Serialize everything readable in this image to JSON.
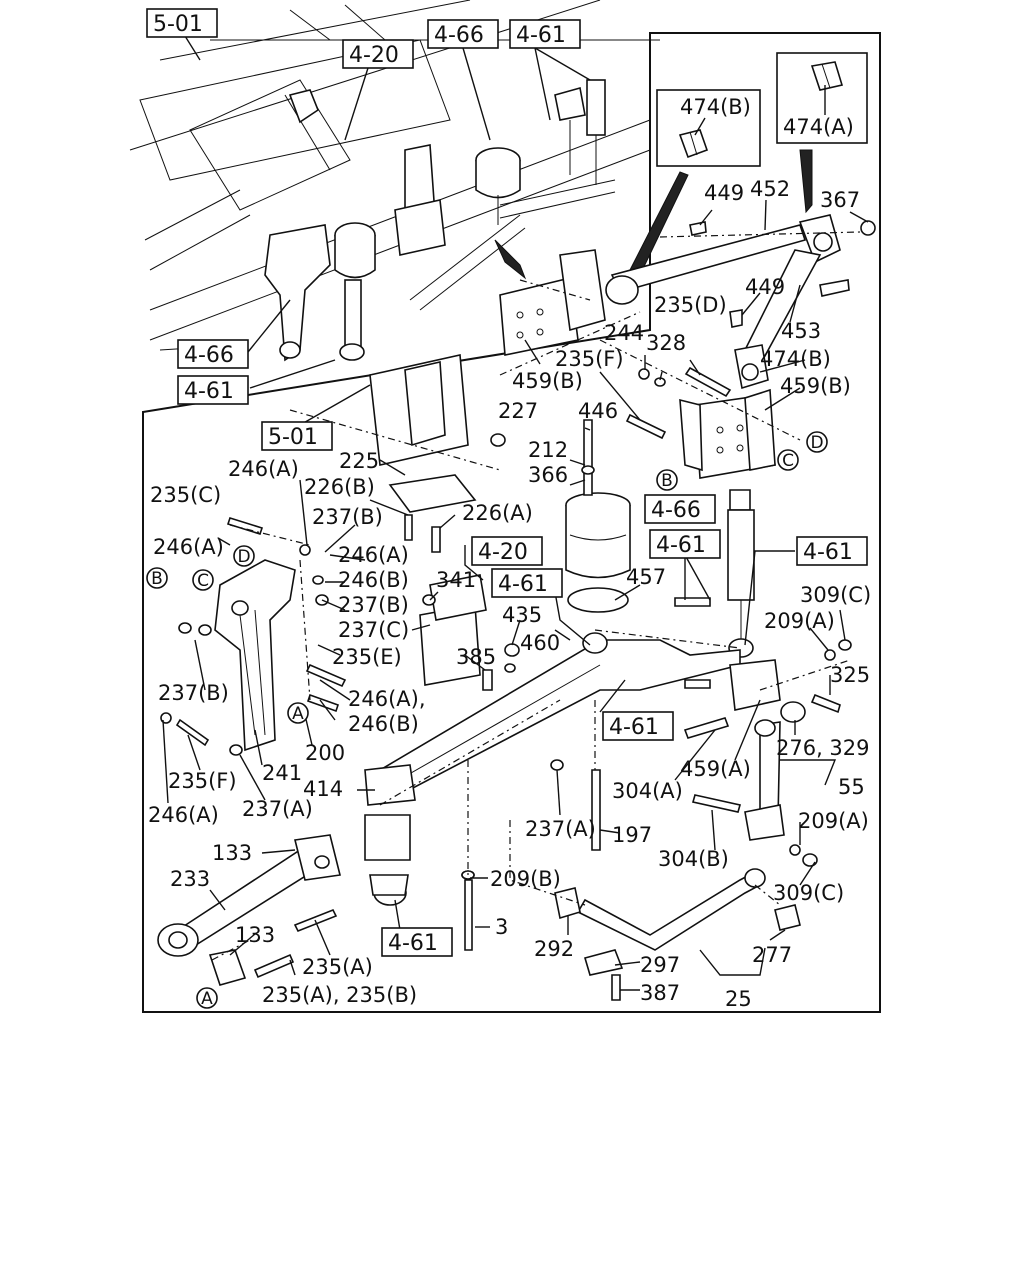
{
  "ref_boxes": {
    "r501a": "5-01",
    "r420a": "4-20",
    "r466a": "4-66",
    "r461a": "4-61",
    "r474b": "474(B)",
    "r474a": "474(A)",
    "r466b": "4-66",
    "r461b": "4-61",
    "r501b": "5-01",
    "r466c": "4-66",
    "r461c": "4-61",
    "r420b": "4-20",
    "r461d": "4-61",
    "r461e": "4-61",
    "r461f": "4-61",
    "r461g": "4-61"
  },
  "callouts": {
    "A": "A",
    "B": "B",
    "C": "C",
    "D": "D"
  },
  "labels": {
    "l449a": "449",
    "l452": "452",
    "l367": "367",
    "l449b": "449",
    "l235d": "235(D)",
    "l453": "453",
    "l244": "244",
    "l328": "328",
    "l474b": "474(B)",
    "l235f": "235(F)",
    "l459b1": "459(B)",
    "l459b2": "459(B)",
    "l227": "227",
    "l446": "446",
    "l212": "212",
    "l366": "366",
    "l225": "225",
    "l246a1": "246(A)",
    "l226b": "226(B)",
    "l235c": "235(C)",
    "l237b1": "237(B)",
    "l226a": "226(A)",
    "l246a2": "246(A)",
    "l246a3": "246(A)",
    "l246b1": "246(B)",
    "l341": "341",
    "l237b2": "237(B)",
    "l237c": "237(C)",
    "l435": "435",
    "l457": "457",
    "l460": "460",
    "l385": "385",
    "l235e": "235(E)",
    "l309c1": "309(C)",
    "l209a1": "209(A)",
    "l325": "325",
    "l237b3": "237(B)",
    "l246a4": "246(A),",
    "l246b2": "246(B)",
    "l200": "200",
    "l276": "276, 329",
    "l459a": "459(A)",
    "l55": "55",
    "l304a": "304(A)",
    "l235f2": "235(F)",
    "l241": "241",
    "l414": "414",
    "l246a5": "246(A)",
    "l237a1": "237(A)",
    "l237a2": "237(A)",
    "l197": "197",
    "l209a2": "209(A)",
    "l304b": "304(B)",
    "l133a": "133",
    "l233": "233",
    "l209b": "209(B)",
    "l309c2": "309(C)",
    "l133b": "133",
    "l3": "3",
    "l292": "292",
    "l277": "277",
    "l235a": "235(A)",
    "l297": "297",
    "l235ab": "235(A), 235(B)",
    "l387": "387",
    "l25": "25"
  }
}
